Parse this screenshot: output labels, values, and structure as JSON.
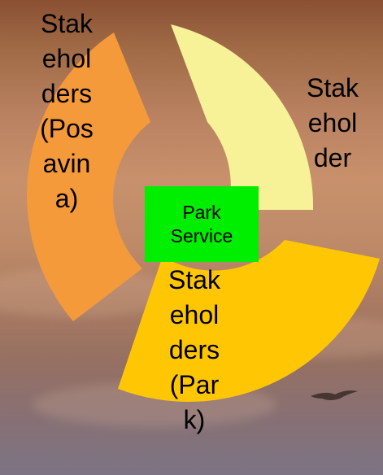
{
  "colors": {
    "segment_top_right": "#f7f297",
    "segment_left": "#f59a3a",
    "segment_bottom": "#ffc703",
    "center_box": "#00ee00"
  },
  "diagram": {
    "segments": [
      {
        "id": "top-right",
        "label": "Stak\nehol\nder"
      },
      {
        "id": "left",
        "label": "Stak\nehol\nders\n(Pos\navin\na)"
      },
      {
        "id": "bottom",
        "label": "Stak\nehol\nders\n(Par\nk)"
      }
    ],
    "center": {
      "line1": "Park",
      "line2": "Service"
    }
  }
}
